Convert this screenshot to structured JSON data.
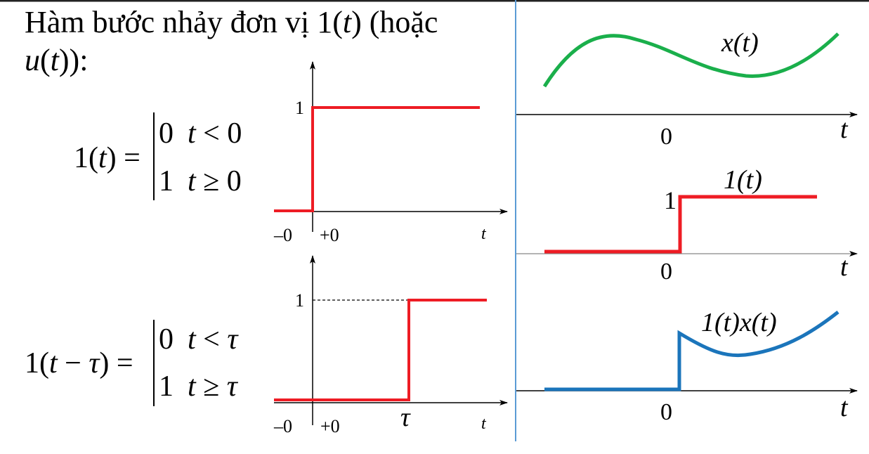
{
  "heading": {
    "line1": "Hàm bước nhảy đơn vị 1(",
    "line1_var": "t",
    "line1_end": ") (hoặc",
    "line2_var": "u",
    "line2_mid": "(",
    "line2_var2": "t",
    "line2_end": ")):"
  },
  "eq1": {
    "lhs_a": "1(",
    "lhs_var": "t",
    "lhs_b": ") =",
    "case1_val": "0",
    "case1_cond_var": "t",
    "case1_cond_rest": " < 0",
    "case2_val": "1",
    "case2_cond_var": "t",
    "case2_cond_rest": " ≥ 0"
  },
  "eq2": {
    "lhs_a": "1(",
    "lhs_var": "t",
    "lhs_b": " − ",
    "lhs_tau": "τ",
    "lhs_c": ") =",
    "case1_val": "0",
    "case1_cond_var": "t",
    "case1_cond_mid": " < ",
    "case1_cond_tau": "τ",
    "case2_val": "1",
    "case2_cond_var": "t",
    "case2_cond_mid": " ≥ ",
    "case2_cond_tau": "τ"
  },
  "plot_step": {
    "y_tick": "1",
    "x_minus0": "–0",
    "x_plus0": "+0",
    "x_axis": "t"
  },
  "plot_delayed": {
    "y_tick": "1",
    "x_minus0": "–0",
    "x_plus0": "+0",
    "x_tau": "τ",
    "x_axis": "t"
  },
  "plot_x": {
    "curve_label_var": "x",
    "curve_label_rest": "(t)",
    "origin": "0",
    "x_axis": "t"
  },
  "plot_step_right": {
    "curve_label": "1(t)",
    "y_tick": "1",
    "origin": "0",
    "x_axis": "t"
  },
  "plot_product": {
    "curve_label": "1(t)x(t)",
    "origin": "0",
    "x_axis": "t"
  },
  "colors": {
    "step": "#ee1c24",
    "signal_x": "#1aaf4b",
    "product": "#1b75bb",
    "divider": "#5b9bd5",
    "axis": "#000000"
  }
}
